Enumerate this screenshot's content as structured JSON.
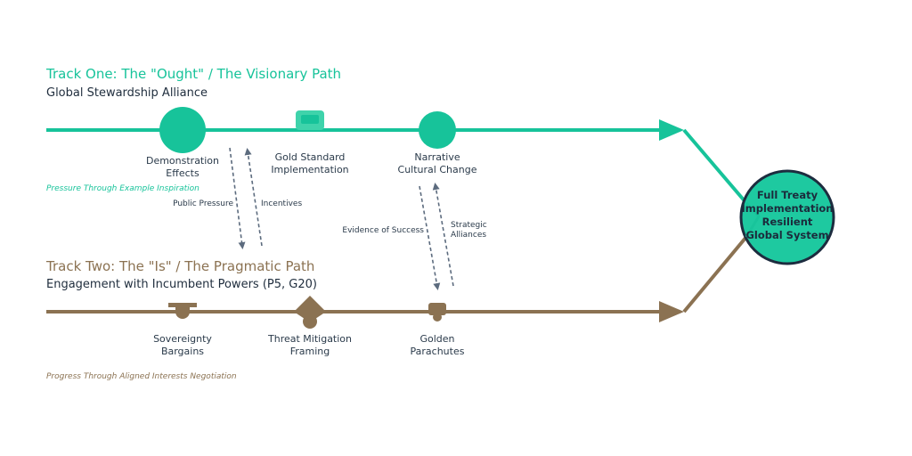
{
  "colors": {
    "track_one": "#17c39a",
    "track_two": "#8b7252",
    "goal_fill": "#1ec9a0",
    "goal_stroke": "#1d2c3f",
    "text_dark": "#1f2d3d",
    "arrow_dashed": "#5c6b7e"
  },
  "track_one": {
    "title": "Track One: The \"Ought\" / The Visionary Path",
    "subtitle": "Global Stewardship Alliance",
    "note": "Pressure Through Example Inspiration",
    "nodes": [
      {
        "icon": "circle-node-icon",
        "line1": "Demonstration",
        "line2": "Effects"
      },
      {
        "icon": "rounded-block-icon",
        "line1": "Gold Standard",
        "line2": "Implementation"
      },
      {
        "icon": "circle-node-icon",
        "line1": "Narrative",
        "line2": "Cultural Change"
      }
    ]
  },
  "track_two": {
    "title": "Track Two: The \"Is\" / The Pragmatic Path",
    "subtitle": "Engagement with Incumbent Powers (P5, G20)",
    "note": "Progress Through Aligned Interests Negotiation",
    "nodes": [
      {
        "icon": "t-anchor-icon",
        "line1": "Sovereignty",
        "line2": "Bargains"
      },
      {
        "icon": "diamond-node-icon",
        "line1": "Threat Mitigation",
        "line2": "Framing"
      },
      {
        "icon": "parachute-node-icon",
        "line1": "Golden",
        "line2": "Parachutes"
      }
    ]
  },
  "cross_flows": [
    {
      "label": "Public Pressure",
      "direction": "down"
    },
    {
      "label": "Incentives",
      "direction": "up"
    },
    {
      "label": "Evidence of Success",
      "direction": "down"
    },
    {
      "label_line1": "Strategic",
      "label_line2": "Alliances",
      "direction": "up"
    }
  ],
  "goal": {
    "lines": [
      "Full Treaty",
      "Implementation",
      "Resilient",
      "Global System"
    ]
  }
}
